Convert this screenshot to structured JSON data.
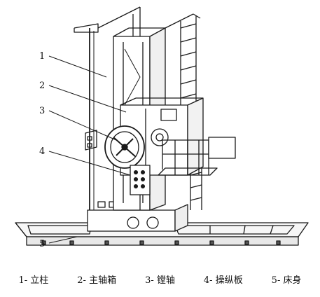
{
  "callouts": [
    "1",
    "2",
    "3",
    "4",
    "5"
  ],
  "legend": [
    {
      "num": "1-",
      "label": "立柱"
    },
    {
      "num": "2-",
      "label": "主轴箱"
    },
    {
      "num": "3-",
      "label": "镗轴"
    },
    {
      "num": "4-",
      "label": "操纵板"
    },
    {
      "num": "5-",
      "label": "床身"
    }
  ],
  "ink_color": "#1a1a1a",
  "paper_color": "#ffffff"
}
